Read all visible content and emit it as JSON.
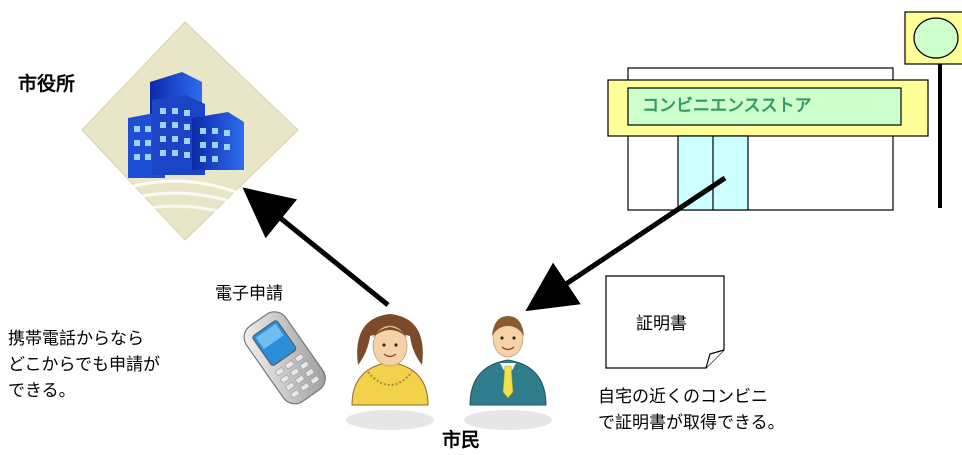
{
  "labels": {
    "city_hall": "市役所",
    "store_sign": "コンビニエンスストア",
    "e_application": "電子申請",
    "mobile_note_line1": "携帯電話からなら",
    "mobile_note_line2": "どこからでも申請が",
    "mobile_note_line3": "できる。",
    "certificate": "証明書",
    "store_note_line1": "自宅の近くのコンビニ",
    "store_note_line2": "で証明書が取得できる。",
    "citizens": "市民"
  },
  "colors": {
    "store_sign_fill": "#ffff99",
    "store_sign_inner": "#ccffcc",
    "store_sign_text": "#339966",
    "door_fill": "#ccffff",
    "pole_sign_fill": "#ccffcc",
    "building_blue": "#1f4fd6",
    "plaza_fill": "#e9e6c8"
  },
  "icons": {
    "city_hall": "office-building-icon",
    "convenience_store": "convenience-store-icon",
    "mobile_phone": "mobile-phone-icon",
    "woman": "woman-citizen-icon",
    "man": "man-citizen-icon",
    "certificate": "certificate-document-icon"
  }
}
